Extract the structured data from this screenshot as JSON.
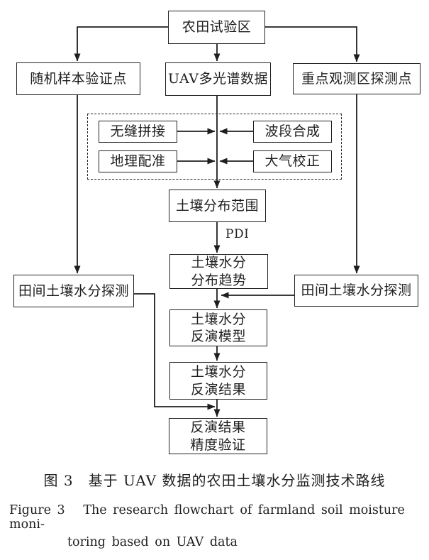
{
  "figure": {
    "nodes": {
      "farmland_area": {
        "label": "农田试验区"
      },
      "random_sample_points": {
        "label": "随机样本验证点"
      },
      "uav_multispectral_data": {
        "label": "UAV多光谱数据"
      },
      "key_observation_points": {
        "label": "重点观测区探测点"
      },
      "seamless_stitching": {
        "label": "无缝拼接"
      },
      "band_synthesis": {
        "label": "波段合成"
      },
      "geo_registration": {
        "label": "地理配准"
      },
      "atmospheric_correction": {
        "label": "大气校正"
      },
      "soil_distribution_range": {
        "label": "土壤分布范围"
      },
      "moisture_distribution_trend": {
        "label": "土壤水分\n分布趋势"
      },
      "field_moisture_detection_left": {
        "label": "田间土壤水分探测"
      },
      "field_moisture_detection_right": {
        "label": "田间土壤水分探测"
      },
      "moisture_inversion_model": {
        "label": "土壤水分\n反演模型"
      },
      "moisture_inversion_result": {
        "label": "土壤水分\n反演结果"
      },
      "accuracy_verification": {
        "label": "反演结果\n精度验证"
      }
    },
    "edge_labels": {
      "pdi": "PDI"
    },
    "captions": {
      "zh": "图 3　基于 UAV 数据的农田土壤水分监测技术路线",
      "en_line1": "Figure 3   The research flowchart of farmland soil moisture moni-",
      "en_line2": "toring based on UAV data"
    },
    "colors": {
      "line": "#1f1f1f",
      "text": "#1f1f1f",
      "background": "#ffffff"
    }
  }
}
